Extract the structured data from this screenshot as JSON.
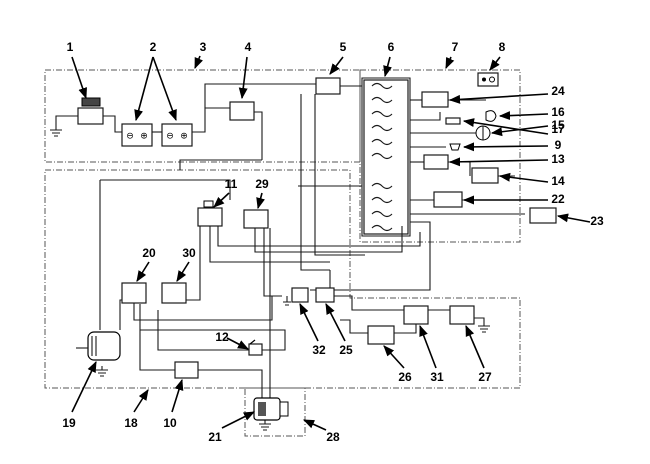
{
  "diagram": {
    "callouts": {
      "c1": "1",
      "c2": "2",
      "c3": "3",
      "c4": "4",
      "c5": "5",
      "c6": "6",
      "c7": "7",
      "c8": "8",
      "c9": "9",
      "c10": "10",
      "c11": "11",
      "c12": "12",
      "c13": "13",
      "c14": "14",
      "c15": "15",
      "c16": "16",
      "c17": "17",
      "c18": "18",
      "c19": "19",
      "c20": "20",
      "c21": "21",
      "c22": "22",
      "c23": "23",
      "c24": "24",
      "c25": "25",
      "c26": "26",
      "c27": "27",
      "c28": "28",
      "c29": "29",
      "c30": "30",
      "c31": "31",
      "c32": "32"
    },
    "battery_terminals": {
      "minus": "⊖",
      "plus": "⊕"
    }
  }
}
